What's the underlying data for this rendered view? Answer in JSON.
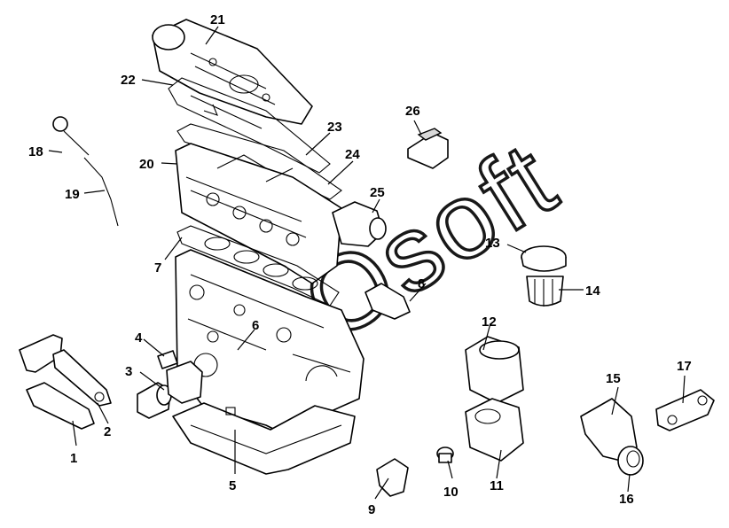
{
  "diagram": {
    "callouts": {
      "c1": "1",
      "c2": "2",
      "c3": "3",
      "c4": "4",
      "c5": "5",
      "c6": "6",
      "c7": "7",
      "c8": "8",
      "c9": "9",
      "c10": "10",
      "c11": "11",
      "c12": "12",
      "c13": "13",
      "c14": "14",
      "c15": "15",
      "c16": "16",
      "c17": "17",
      "c18": "18",
      "c19": "19",
      "c20": "20",
      "c21": "21",
      "c22": "22",
      "c23": "23",
      "c24": "24",
      "c25": "25",
      "c26": "26"
    },
    "watermark": "Osoft",
    "colors": {
      "line": "#000000",
      "fill": "#ffffff",
      "shade": "#d9d9d9"
    }
  }
}
